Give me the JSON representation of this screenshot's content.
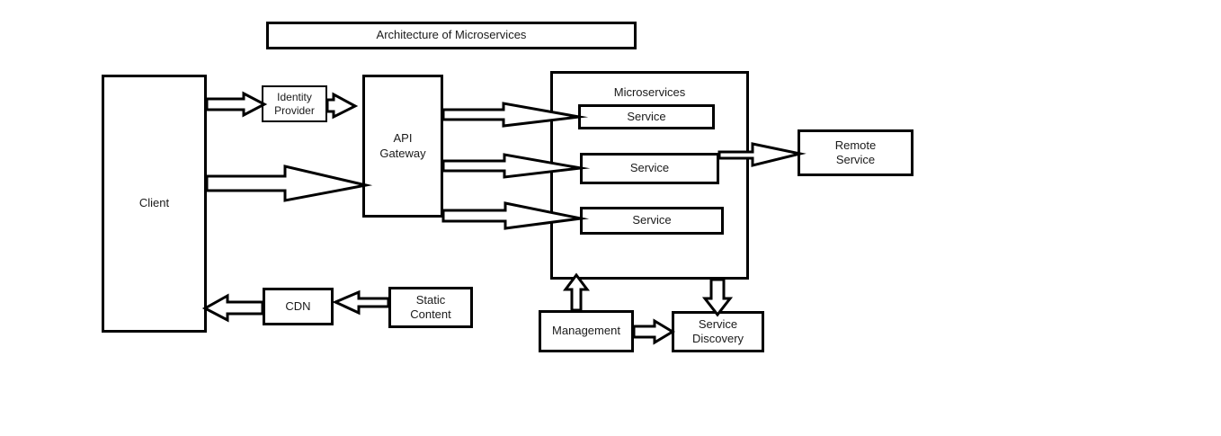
{
  "diagram": {
    "title": "Architecture of Microservices",
    "nodes": {
      "client": "Client",
      "identity_provider": "Identity\nProvider",
      "api_gateway": "API\nGateway",
      "microservices_label": "Microservices",
      "service_1": "Service",
      "service_2": "Service",
      "service_3": "Service",
      "remote_service": "Remote\nService",
      "cdn": "CDN",
      "static_content": "Static\nContent",
      "management": "Management",
      "service_discovery": "Service\nDiscovery"
    },
    "colors": {
      "stroke": "#000000",
      "fill": "#ffffff",
      "text": "#1a1a1a"
    },
    "edges": [
      {
        "name": "client-to-identity-provider",
        "from": "client",
        "to": "identity_provider",
        "direction": "right"
      },
      {
        "name": "identity-provider-to-api-gateway",
        "from": "identity_provider",
        "to": "api_gateway",
        "direction": "right"
      },
      {
        "name": "client-to-api-gateway",
        "from": "client",
        "to": "api_gateway",
        "direction": "right"
      },
      {
        "name": "api-gateway-to-service-1",
        "from": "api_gateway",
        "to": "service_1",
        "direction": "right"
      },
      {
        "name": "api-gateway-to-service-2",
        "from": "api_gateway",
        "to": "service_2",
        "direction": "right"
      },
      {
        "name": "api-gateway-to-service-3",
        "from": "api_gateway",
        "to": "service_3",
        "direction": "right"
      },
      {
        "name": "service-2-to-remote-service",
        "from": "service_2",
        "to": "remote_service",
        "direction": "right"
      },
      {
        "name": "cdn-to-client",
        "from": "cdn",
        "to": "client",
        "direction": "left"
      },
      {
        "name": "static-content-to-cdn",
        "from": "static_content",
        "to": "cdn",
        "direction": "left"
      },
      {
        "name": "management-to-microservices",
        "from": "management",
        "to": "microservices_label",
        "direction": "up"
      },
      {
        "name": "microservices-to-service-discovery",
        "from": "microservices_label",
        "to": "service_discovery",
        "direction": "down"
      },
      {
        "name": "management-to-service-discovery",
        "from": "management",
        "to": "service_discovery",
        "direction": "right"
      }
    ]
  }
}
